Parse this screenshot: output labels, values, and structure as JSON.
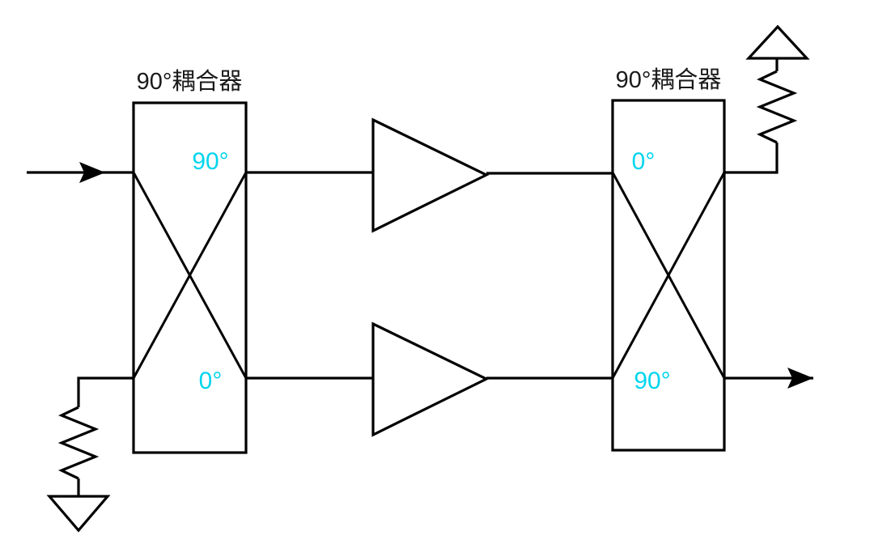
{
  "diagram": {
    "title_left_coupler": "90°耦合器",
    "title_right_coupler": "90°耦合器",
    "couplers": [
      {
        "name": "left-coupler",
        "title": "90°耦合器",
        "port_top_label": "90°",
        "port_bottom_label": "0°"
      },
      {
        "name": "right-coupler",
        "title": "90°耦合器",
        "port_top_label": "0°",
        "port_bottom_label": "90°"
      }
    ],
    "amplifiers": [
      {
        "name": "top-amplifier",
        "label": ""
      },
      {
        "name": "bottom-amplifier",
        "label": ""
      }
    ],
    "terminations": [
      {
        "name": "bottom-left-termination",
        "type": "resistor-to-ground",
        "orientation": "down"
      },
      {
        "name": "top-right-termination",
        "type": "resistor-to-ground",
        "orientation": "up"
      }
    ],
    "ports": [
      {
        "name": "rf-input",
        "direction": "in",
        "position": "left"
      },
      {
        "name": "rf-output",
        "direction": "out",
        "position": "right"
      }
    ],
    "colors": {
      "line": "#000000",
      "port_label": "#00d5ee",
      "title": "#1a1a1a",
      "background": "#ffffff"
    }
  }
}
